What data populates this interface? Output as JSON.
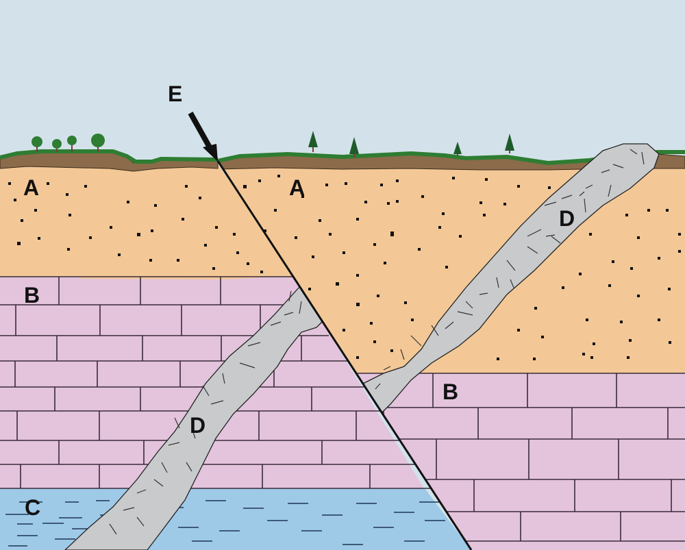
{
  "diagram": {
    "type": "geologic-cross-section",
    "colors": {
      "sky": "#d3e2ea",
      "grass": "#2e7d32",
      "soil": "#8b6b4a",
      "layer_A": "#f3c896",
      "layer_B": "#e3c4dc",
      "layer_C": "#9ecae8",
      "dike_D": "#c8cacc",
      "outline": "#1a1a1a"
    },
    "labels": {
      "E": "E",
      "A_left": "A",
      "A_right": "A",
      "B_left": "B",
      "B_right": "B",
      "C": "C",
      "D_lower": "D",
      "D_upper": "D"
    },
    "features": [
      {
        "id": "A",
        "description": "sandstone layer (dotted)"
      },
      {
        "id": "B",
        "description": "brick-pattern layer (limestone)"
      },
      {
        "id": "C",
        "description": "dashed layer (shale)"
      },
      {
        "id": "D",
        "description": "igneous intrusion / dike"
      },
      {
        "id": "E",
        "description": "fault, indicated by arrow"
      }
    ]
  }
}
